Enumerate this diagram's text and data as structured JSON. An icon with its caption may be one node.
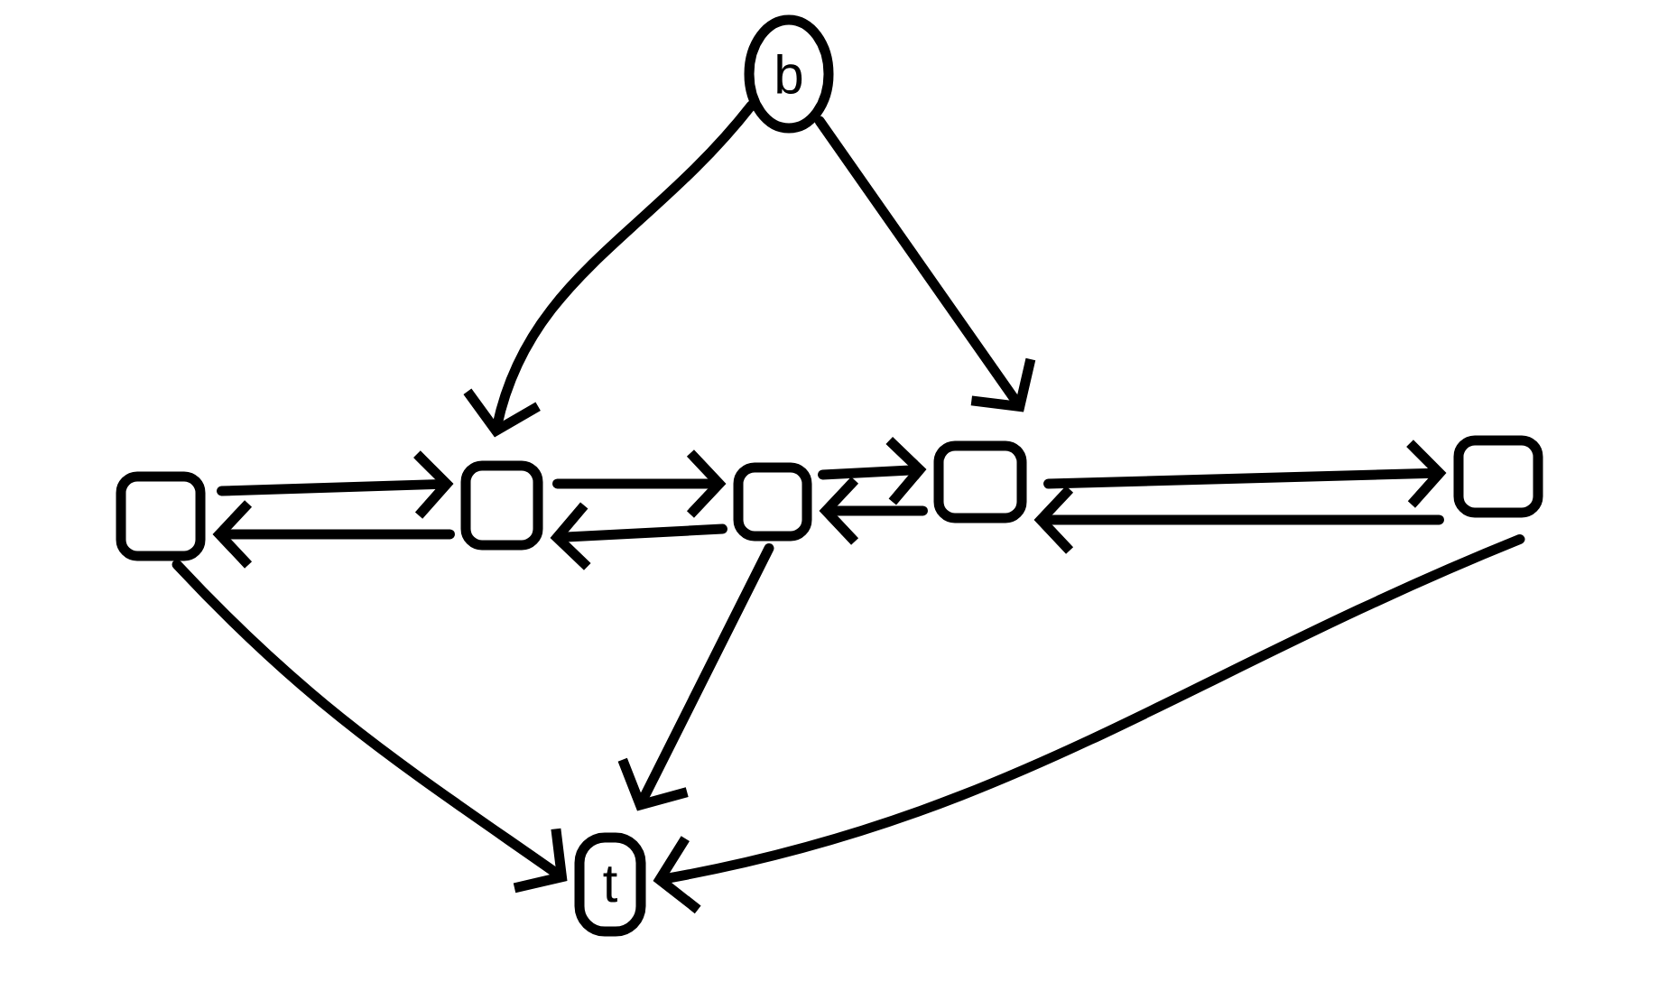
{
  "diagram": {
    "nodes": [
      {
        "text": [
          "b"
        ]
      },
      {
        "text": [],
        "shape": "box"
      },
      {
        "text": [],
        "shape": "box"
      },
      {
        "text": [],
        "shape": "box"
      },
      {
        "text": [],
        "shape": "box"
      },
      {
        "text": [],
        "shape": "box"
      },
      {
        "text": [
          "t"
        ]
      }
    ],
    "edges": [
      {
        "from": 0,
        "to": 2,
        "arrow": "to"
      },
      {
        "from": 0,
        "to": 4,
        "arrow": "to"
      },
      {
        "from": 1,
        "to": 2,
        "arrow": "to"
      },
      {
        "from": 2,
        "to": 1,
        "arrow": "to"
      },
      {
        "from": 2,
        "to": 3,
        "arrow": "to"
      },
      {
        "from": 3,
        "to": 2,
        "arrow": "to"
      },
      {
        "from": 3,
        "to": 4,
        "arrow": "to"
      },
      {
        "from": 4,
        "to": 3,
        "arrow": "to"
      },
      {
        "from": 4,
        "to": 5,
        "arrow": "to"
      },
      {
        "from": 5,
        "to": 4,
        "arrow": "to"
      },
      {
        "from": 1,
        "to": 6,
        "arrow": "to"
      },
      {
        "from": 3,
        "to": 6,
        "arrow": "to"
      },
      {
        "from": 5,
        "to": 6,
        "arrow": "to"
      }
    ]
  }
}
